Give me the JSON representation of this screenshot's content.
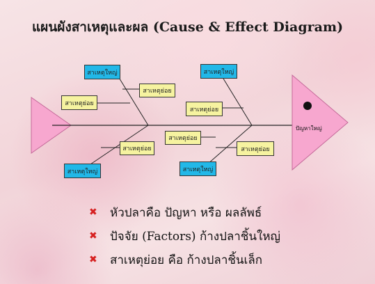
{
  "title": "แผนผังสาเหตุและผล (Cause & Effect Diagram)",
  "diagram": {
    "problem": "ปัญหาใหญ่",
    "major_causes": [
      "สาเหตุใหญ่",
      "สาเหตุใหญ่",
      "สาเหตุใหญ่",
      "สาเหตุใหญ่"
    ],
    "minor_causes": [
      "สาเหตุย่อย",
      "สาเหตุย่อย",
      "สาเหตุย่อย",
      "สาเหตุย่อย",
      "สาเหตุย่อย",
      "สาเหตุย่อย"
    ],
    "colors": {
      "head": "#f7a7cf",
      "major": "#22b8e8",
      "minor": "#f6f3a0"
    }
  },
  "bullets": [
    "หัวปลาคือ ปัญหา หรือ ผลลัพธ์",
    "ปัจจัย (Factors) ก้างปลาชิ้นใหญ่",
    "สาเหตุย่อย คือ ก้างปลาชิ้นเล็ก"
  ]
}
